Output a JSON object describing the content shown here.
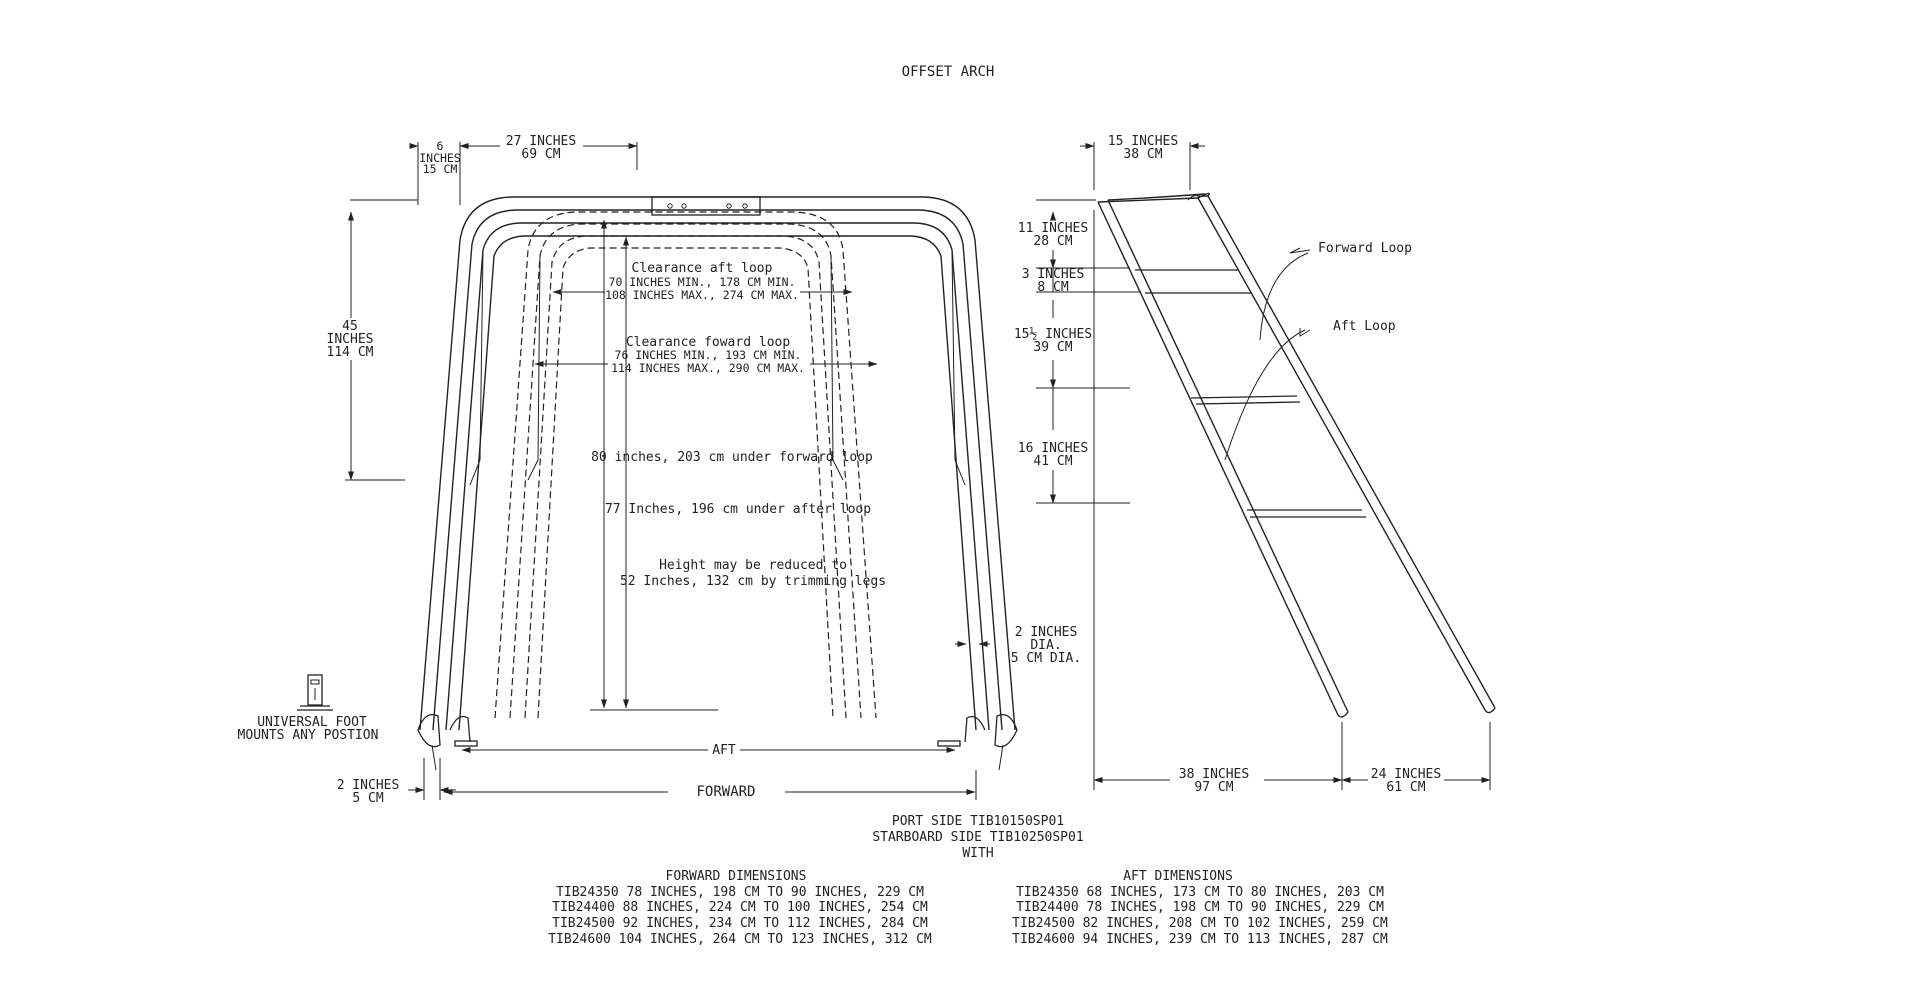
{
  "title": "OFFSET ARCH",
  "front_view": {
    "dim_top_small": [
      "6",
      "INCHES",
      "15 CM"
    ],
    "dim_top_width": [
      "27 INCHES",
      "69 CM"
    ],
    "dim_height": [
      "45",
      "INCHES",
      "114 CM"
    ],
    "clearance_aft": [
      "Clearance aft loop",
      "70 INCHES MIN., 178 CM MIN.",
      "108 INCHES MAX., 274 CM MAX."
    ],
    "clearance_forward": [
      "Clearance foward loop",
      "76 INCHES MIN., 193 CM MIN.",
      "114 INCHES MAX., 290 CM MAX."
    ],
    "under_forward": "80 inches, 203 cm under forward loop",
    "under_after": "77 Inches, 196 cm under after loop",
    "height_note": [
      "Height may be reduced to",
      "52 Inches, 132 cm by trimming legs"
    ],
    "dim_dia": [
      "2 INCHES",
      "DIA.",
      "5 CM DIA."
    ],
    "foot_note": [
      "UNIVERSAL FOOT",
      "MOUNTS ANY POSTION"
    ],
    "dim_foot": [
      "2 INCHES",
      "5 CM"
    ],
    "aft_label": "AFT",
    "forward_label": "FORWARD"
  },
  "side_view": {
    "dim_top": [
      "15 INCHES",
      "38 CM"
    ],
    "dim_1": [
      "11 INCHES",
      "28 CM"
    ],
    "dim_2": [
      "3 INCHES",
      "8 CM"
    ],
    "dim_3": [
      "15½ INCHES",
      "39 CM"
    ],
    "dim_4": [
      "16 INCHES",
      "41 CM"
    ],
    "forward_loop": "Forward Loop",
    "aft_loop": "Aft Loop",
    "dim_base_left": [
      "38 INCHES",
      "97 CM"
    ],
    "dim_base_right": [
      "24 INCHES",
      "61 CM"
    ]
  },
  "parts": [
    "PORT SIDE TIB10150SP01",
    "STARBOARD SIDE TIB10250SP01",
    "WITH"
  ],
  "forward_dimensions": {
    "heading": "FORWARD DIMENSIONS",
    "rows": [
      "TIB24350 78 INCHES, 198 CM TO 90 INCHES, 229 CM",
      "TIB24400 88 INCHES, 224 CM TO 100 INCHES, 254 CM",
      "TIB24500 92 INCHES, 234 CM TO 112 INCHES, 284 CM",
      "TIB24600 104 INCHES, 264 CM TO 123 INCHES, 312 CM"
    ]
  },
  "aft_dimensions": {
    "heading": "AFT DIMENSIONS",
    "rows": [
      "TIB24350 68 INCHES, 173 CM TO 80 INCHES, 203 CM",
      "TIB24400 78 INCHES, 198 CM TO 90 INCHES, 229 CM",
      "TIB24500 82 INCHES, 208 CM TO 102 INCHES, 259 CM",
      "TIB24600 94 INCHES, 239 CM TO 113 INCHES, 287 CM"
    ]
  }
}
